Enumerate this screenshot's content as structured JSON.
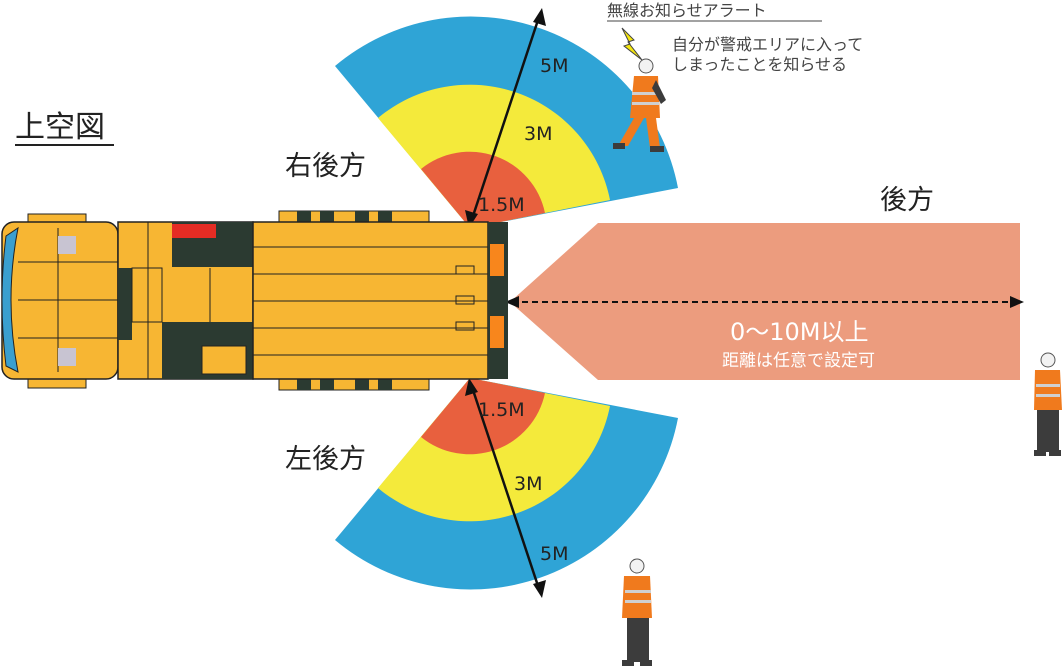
{
  "title": "上空図",
  "zones": {
    "right_rear": {
      "label": "右後方",
      "rings": [
        "1.5M",
        "3M",
        "5M"
      ]
    },
    "left_rear": {
      "label": "左後方",
      "rings": [
        "1.5M",
        "3M",
        "5M"
      ]
    },
    "rear": {
      "label": "後方",
      "distance": "0～10M以上",
      "note": "距離は任意で設定可"
    }
  },
  "alert": {
    "title": "無線お知らせアラート",
    "text_line1": "自分が警戒エリアに入って",
    "text_line2": "しまったことを知らせる"
  },
  "colors": {
    "ring_outer": "#2fa4d6",
    "ring_middle": "#f4ea3b",
    "ring_inner": "#e8603e",
    "rear_zone": "#ec9c7e",
    "truck_body": "#f7b633",
    "truck_dark": "#2b3a31",
    "truck_light": "#f8a81f",
    "worker_vest": "#f07a1d",
    "worker_dark": "#3c3c3c"
  }
}
